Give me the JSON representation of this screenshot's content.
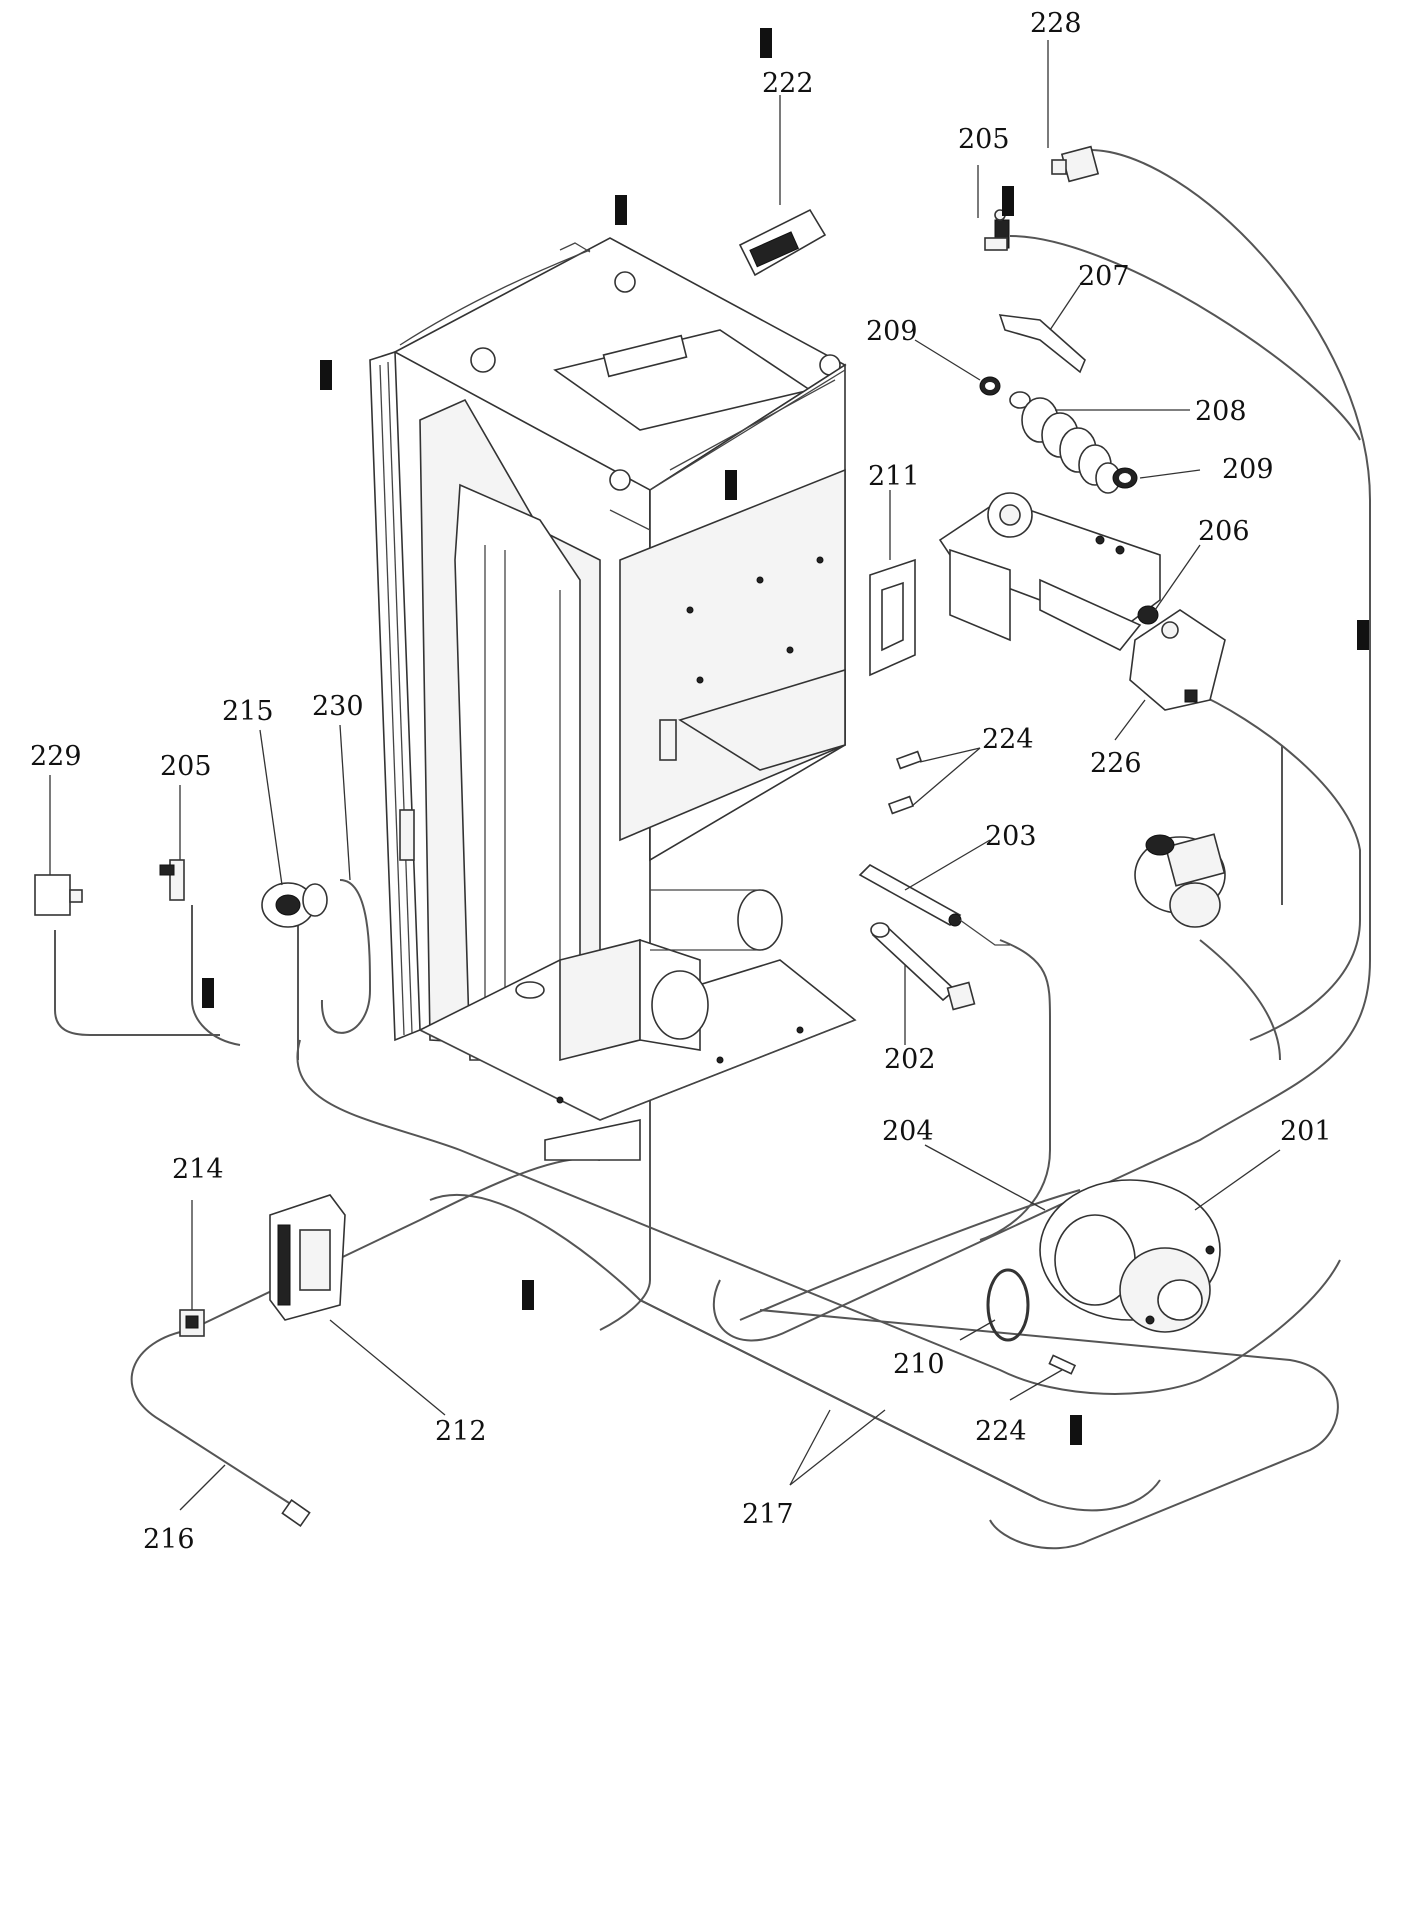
{
  "labels": {
    "l201": "201",
    "l202": "202",
    "l203": "203",
    "l204": "204",
    "l205a": "205",
    "l205b": "205",
    "l206": "206",
    "l207": "207",
    "l208": "208",
    "l209a": "209",
    "l209b": "209",
    "l210": "210",
    "l211": "211",
    "l212": "212",
    "l214": "214",
    "l215": "215",
    "l216": "216",
    "l217": "217",
    "l222": "222",
    "l224a": "224",
    "l224b": "224",
    "l226": "226",
    "l228": "228",
    "l229": "229",
    "l230": "230"
  }
}
